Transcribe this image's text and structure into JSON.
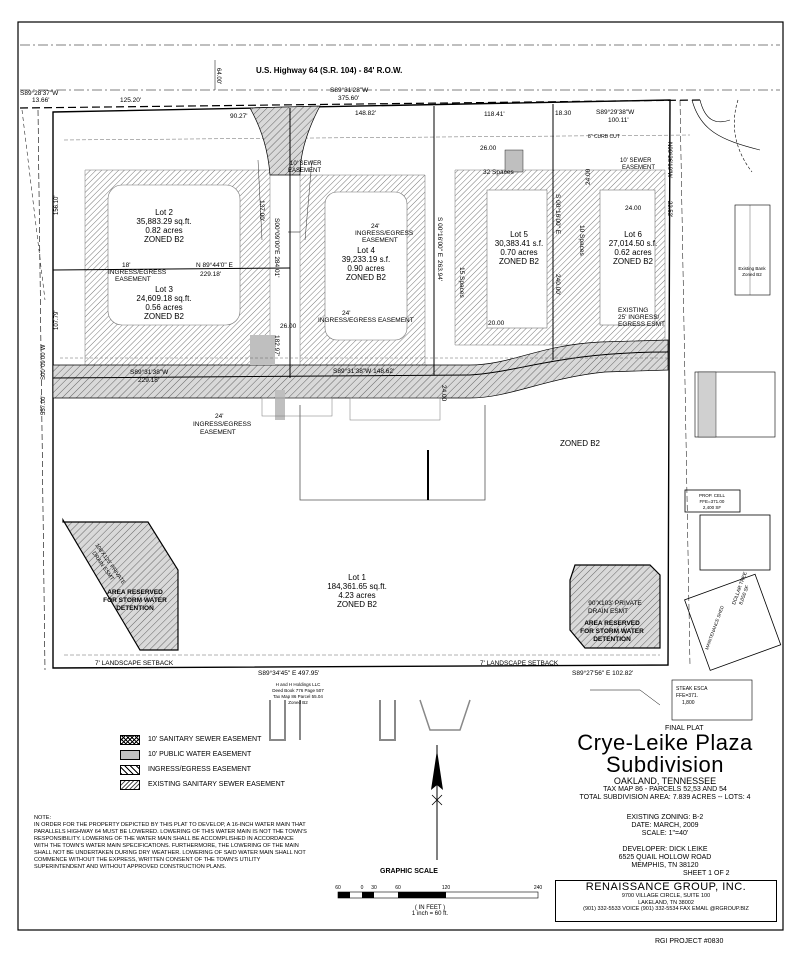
{
  "plat": {
    "highway": "U.S. Highway 64 (S.R. 104) - 84' R.O.W.",
    "row_dim": "64.00'",
    "bearings_top": [
      {
        "text": "S89°28'37\"W"
      },
      {
        "text": "13.66'"
      },
      {
        "text": "125.20'"
      },
      {
        "text": "S89°31'28\"W"
      },
      {
        "text": "375.60'"
      },
      {
        "text": "S89°29'38\"W"
      },
      {
        "text": "100.11'"
      },
      {
        "text": "90.27'"
      },
      {
        "text": "148.82'"
      },
      {
        "text": "118.41'"
      },
      {
        "text": "18.30"
      }
    ],
    "lots": [
      {
        "name": "Lot 2",
        "sqft": "35,883.29 sq.ft.",
        "acres": "0.82 acres",
        "zone": "ZONED B2"
      },
      {
        "name": "Lot 3",
        "sqft": "24,609.18 sq.ft.",
        "acres": "0.56 acres",
        "zone": "ZONED B2"
      },
      {
        "name": "Lot 4",
        "sqft": "39,233.19 s.f.",
        "acres": "0.90 acres",
        "zone": "ZONED B2"
      },
      {
        "name": "Lot 5",
        "sqft": "30,383.41 s.f.",
        "acres": "0.70 acres",
        "zone": "ZONED B2"
      },
      {
        "name": "Lot 6",
        "sqft": "27,014.50 s.f.",
        "acres": "0.62 acres",
        "zone": "ZONED B2"
      },
      {
        "name": "Lot 1",
        "sqft": "184,361.65 sq.ft.",
        "acres": "4.23 acres",
        "zone": "ZONED B2"
      }
    ],
    "labels": {
      "sewer_10": "10' SEWER",
      "easement": "EASEMENT",
      "sewer_10_b": "10' SEWER",
      "easement_b": "EASEMENT",
      "spaces_32": "32 Spaces",
      "dim_2600": "26.00",
      "dim_2400": "24.00",
      "dim_2400b": "24.00",
      "ingress_24_a": "24'",
      "ingress_egress_a": "INGRESS/EGRESS",
      "easement_a": "EASEMENT",
      "ingress_18": "18'",
      "ingress_egress_18": "INGRESS/EGRESS",
      "easement_18": "EASEMENT",
      "n_bearing": "N 89°44'0\" E",
      "n_dist": "229.18'",
      "ingress_24_c": "24'",
      "ingress_egress_c": "INGRESS/EGRESS EASEMENT",
      "existing_25": "EXISTING",
      "existing_25b": "25' INGRESS/",
      "existing_25c": "EGRESS ESMT",
      "dim_2600b": "26.00",
      "dim_2000": "20.00",
      "bearing_mid_l": "S89°31'38\"W",
      "dist_mid_l": "229.18'",
      "bearing_mid_r": "S89°31'38\"W 148.62'",
      "dim_2400c": "24.00",
      "ingress_24_d": "24'",
      "ingress_egress_d": "INGRESS/EGRESS",
      "easement_d": "EASEMENT",
      "zoned_b2": "ZONED B2",
      "drain_l_1": "108'X125' PRIVATE",
      "drain_l_2": "DRAIN ESMT",
      "storm_l_1": "AREA RESERVED",
      "storm_l_2": "FOR STORM WATER",
      "storm_l_3": "DETENTION",
      "drain_r_1": "90'X103' PRIVATE",
      "drain_r_2": "DRAIN ESMT",
      "storm_r_1": "AREA RESERVED",
      "storm_r_2": "FOR STORM WATER",
      "storm_r_3": "DETENTION",
      "setback_l": "7' LANDSCAPE SETBACK",
      "setback_r": "7' LANDSCAPE SETBACK",
      "bearing_bot_l": "S89°34'45\" E 497.95'",
      "bearing_bot_r": "S89°27'56\" E 102.82'",
      "owner_1": "H and H Holdings LLC",
      "owner_2": "Deed Book 776 Page 507",
      "owner_3": "Tax Map 86 Parcel 55.04",
      "owner_4": "Zoned B2",
      "west_1": "156.10'",
      "west_2": "107.79'",
      "west_3": "S00°09'00\"W",
      "west_4": "557.00'",
      "v_lot2": "S00°09'00\"E 284.01'",
      "v_lot2b": "137.00'",
      "v_lot3": "182.97'",
      "v_lot4": "S 00°16'00\" E",
      "v_lot4b": "263.94'",
      "v_15sp": "15 Spaces",
      "v_lot5": "S 00°16'00\" E",
      "v_lot5b": "240.00'",
      "v_10sp": "10 Spaces",
      "v_e1": "N00°26'10\"W",
      "v_e2": "22.53'",
      "exist_bank_1": "Existing Bank",
      "exist_bank_2": "Zoned B2",
      "cell_1": "PROP. CELL",
      "cell_2": "FFE=371.00",
      "cell_3": "2,400 SF",
      "steak_1": "STEAK ESCA",
      "steak_2": "FFE=371.",
      "steak_3": "1,800",
      "cut": "8\" CURB CUT",
      "dollar_1": "DOLLAR TREE",
      "dollar_2": "8,050 SF",
      "maint": "MAINTENANCE SHED"
    }
  },
  "legend": [
    {
      "label": "10' SANITARY SEWER EASEMENT"
    },
    {
      "label": "10' PUBLIC WATER EASEMENT"
    },
    {
      "label": "INGRESS/EGRESS EASEMENT"
    },
    {
      "label": "EXISTING SANITARY SEWER EASEMENT"
    }
  ],
  "note": {
    "heading": "NOTE:",
    "body": "IN ORDER FOR THE PROPERTY DEPICTED BY THIS PLAT TO DEVELOP, A 16-INCH WATER MAIN THAT PARALLELS HIGHWAY 64 MUST BE LOWERED. LOWERING OF THIS WATER MAIN IS NOT THE TOWN'S RESPONSIBILITY. LOWERING OF THE WATER MAIN SHALL BE ACCOMPLISHED IN ACCORDANCE WITH THE TOWN'S WATER MAIN SPECIFICATIONS. FURTHERMORE, THE LOWERING OF THE MAIN SHALL NOT BE UNDERTAKEN DURING DRY WEATHER. LOWERING OF SAID WATER MAIN SHALL NOT COMMENCE WITHOUT THE EXPRESS, WRITTEN CONSENT OF THE TOWN'S UTILITY SUPERINTENDENT AND WITHOUT APPROVED CONSTRUCTION PLANS."
  },
  "title_block": {
    "final_plat": "FINAL PLAT",
    "name_1": "Crye-Leike Plaza",
    "name_2": "Subdivision",
    "location": "OAKLAND, TENNESSEE",
    "tax_map": "TAX MAP 86 - PARCELS 52,53 AND 54",
    "total": "TOTAL SUBDIVISION AREA: 7.839 ACRES -- LOTS: 4",
    "zoning": "EXISTING ZONING: B-2",
    "date": "DATE: MARCH, 2009",
    "scale": "SCALE: 1\"=40'",
    "dev_1": "DEVELOPER: DICK LEIKE",
    "dev_2": "6525 QUAIL HOLLOW ROAD",
    "dev_3": "MEMPHIS, TN 38120",
    "sheet": "SHEET 1 OF 2"
  },
  "graphic_scale": {
    "title": "GRAPHIC SCALE",
    "ticks": [
      "60",
      "0",
      "30",
      "60",
      "120",
      "240"
    ],
    "unit": "( IN FEET )",
    "ratio": "1 inch = 60 ft."
  },
  "firm": {
    "name": "RENAISSANCE GROUP, INC.",
    "addr_1": "9700 VILLAGE CIRCLE, SUITE 100",
    "addr_2": "LAKELAND, TN  38002",
    "phone": "(901) 332-5533 VOICE (901) 332-5534 FAX EMAIL @RGROUP.BIZ"
  },
  "project": "RGI PROJECT #0830"
}
